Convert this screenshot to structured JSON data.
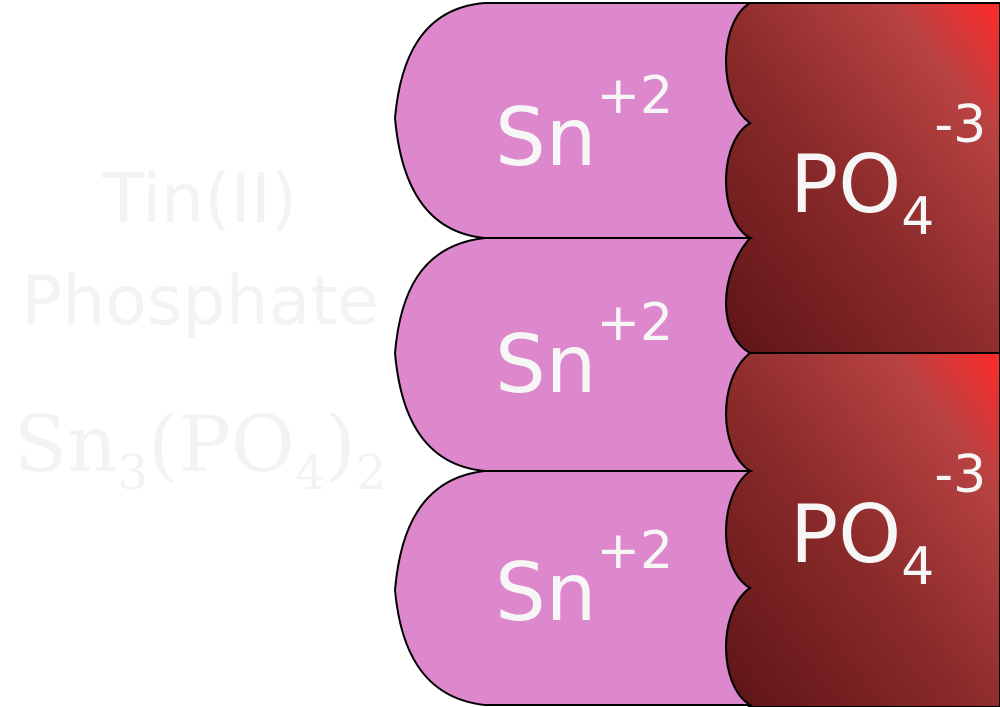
{
  "compound": {
    "name_line1": "Tin(II)",
    "name_line2": "Phosphate",
    "formula": {
      "el1": "Sn",
      "n1": "3",
      "open": "(",
      "el2": "PO",
      "n2": "4",
      "close": ")",
      "n3": "2"
    }
  },
  "cation": {
    "symbol": "Sn",
    "charge": "+2",
    "count": 3,
    "color": "#dd88cc"
  },
  "anion": {
    "symbol": "PO",
    "subscript": "4",
    "charge": "-3",
    "count": 2,
    "color_dark": "#6b1a1e",
    "color_light": "#ff2a2a"
  },
  "colors": {
    "label_faint": "#f3f3f3",
    "outline": "#000000",
    "ion_text": "#f6f6f6"
  }
}
